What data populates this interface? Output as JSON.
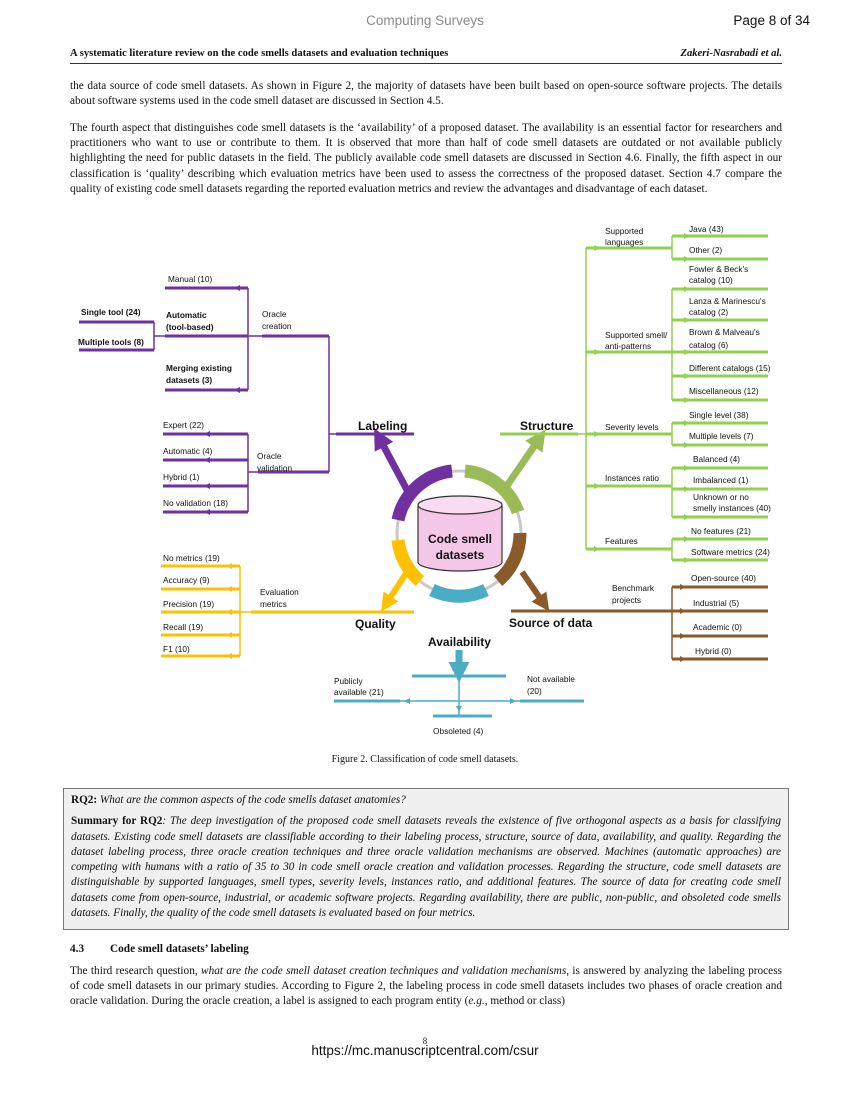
{
  "header": {
    "journal": "Computing Surveys",
    "page": "Page 8 of 34",
    "running_title": "A systematic literature review on the code smells datasets and evaluation techniques",
    "running_authors": "Zakeri-Nasrabadi et al."
  },
  "body": {
    "p1": "the data source of code smell datasets. As shown in Figure 2, the majority of datasets have been built based on open-source software projects. The details about software systems used in the code smell dataset are discussed in Section 4.5.",
    "p2": "The fourth aspect that distinguishes code smell datasets is the ‘availability’ of a proposed dataset. The availability is an essential factor for researchers and practitioners who want to use or contribute to them. It is observed that more than half of code smell datasets are outdated or not available publicly highlighting the need for public datasets in the field. The publicly available code smell datasets are discussed in Section 4.6. Finally, the fifth aspect in our classification is ‘quality’ describing which evaluation metrics have been used to assess the correctness of the proposed dataset. Section 4.7 compare the quality of existing code smell datasets regarding the reported evaluation metrics and review the advantages and disadvantage of each dataset.",
    "p3_pre": "The third research question, ",
    "p3_em": "what are the code smell dataset creation techniques and validation mechanisms",
    "p3_post": ", is answered by analyzing the labeling process of code smell datasets in our primary studies. According to Figure 2, the labeling process in code smell datasets includes two phases of oracle creation and oracle validation. During the oracle creation, a label is assigned to each program entity (",
    "p3_eg": "e.g.",
    "p3_end": ", method or class)"
  },
  "figure": {
    "center_line1": "Code smell",
    "center_line2": "datasets",
    "labeling": "Labeling",
    "structure": "Structure",
    "quality": "Quality",
    "source": "Source of data",
    "availability": "Availability",
    "manual": "Manual (10)",
    "automatic_tool_1": "Automatic",
    "automatic_tool_2": "(tool-based)",
    "merging_1": "Merging existing",
    "merging_2": "datasets (3)",
    "single_tool": "Single tool (24)",
    "multiple_tools": "Multiple tools (8)",
    "oracle_creation_1": "Oracle",
    "oracle_creation_2": "creation",
    "expert": "Expert (22)",
    "automatic_val": "Automatic (4)",
    "hybrid_val": "Hybrid (1)",
    "no_validation": "No validation (18)",
    "oracle_validation_1": "Oracle",
    "oracle_validation_2": "validation",
    "no_metrics": "No metrics (19)",
    "accuracy": "Accuracy (9)",
    "precision": "Precision (19)",
    "recall": "Recall (19)",
    "f1": "F1 (10)",
    "eval_metrics_1": "Evaluation",
    "eval_metrics_2": "metrics",
    "supported_languages_1": "Supported",
    "supported_languages_2": "languages",
    "java": "Java (43)",
    "other": "Other (2)",
    "supported_smell_1": "Supported smell/",
    "supported_smell_2": "anti-patterns",
    "fowler_1": "Fowler & Beck's",
    "fowler_2": "catalog (10)",
    "lanza_1": "Lanza & Marinescu's",
    "lanza_2": "catalog (2)",
    "brown_1": "Brown & Malveau's",
    "brown_2": "catalog (6)",
    "different_catalogs": "Different catalogs (15)",
    "miscellaneous": "Miscellaneous (12)",
    "severity_levels": "Severity levels",
    "single_level": "Single level (38)",
    "multiple_levels": "Multiple levels (7)",
    "instances_ratio": "Instances ratio",
    "balanced": "Balanced (4)",
    "imbalanced": "Imbalanced (1)",
    "unknown_1": "Unknown or no",
    "unknown_2": "smelly instances (40)",
    "features": "Features",
    "no_features": "No features (21)",
    "software_metrics": "Software metrics (24)",
    "benchmark_1": "Benchmark",
    "benchmark_2": "projects",
    "open_source": "Open-source (40)",
    "industrial": "Industrial (5)",
    "academic": "Academic (0)",
    "hybrid_src": "Hybrid (0)",
    "publicly_1": "Publicly",
    "publicly_2": "available (21)",
    "not_available_1": "Not available",
    "not_available_2": "(20)",
    "obsoleted": "Obsoleted (4)",
    "caption": "Figure 2. Classification of code smell datasets."
  },
  "rq_box": {
    "q_label": "RQ2:",
    "q_text": "What are the common aspects of the code smells dataset anatomies?",
    "s_label": "Summary for RQ2",
    "s_text": ": The deep investigation of the proposed code smell datasets reveals the existence of five orthogonal aspects as a basis for classifying datasets. Existing code smell datasets are classifiable according to their labeling process, structure, source of data, availability, and quality. Regarding the dataset labeling process, three oracle creation techniques and three oracle validation mechanisms are observed. Machines (automatic approaches) are competing with humans with a ratio of 35 to 30 in code smell oracle creation and validation processes. Regarding the structure, code smell datasets are distinguishable by supported languages, smell types, severity levels, instances ratio, and additional features. The source of data for creating code smell datasets come from open-source, industrial, or academic software projects. Regarding availability, there are public, non-public, and obsoleted code smells datasets. Finally, the quality of the code smell datasets is evaluated based on four metrics."
  },
  "section": {
    "number": "4.3",
    "title": "Code smell datasets’ labeling"
  },
  "footer": {
    "url": "https://mc.manuscriptcentral.com/csur",
    "page_number": "8"
  },
  "colors": {
    "labeling": "#7030a0",
    "structure": "#92d050",
    "structure_arrow": "#9bbb59",
    "quality": "#ffc000",
    "source": "#8b5a2b",
    "availability": "#4bacc6",
    "cylinder": "#f4c7e8"
  }
}
